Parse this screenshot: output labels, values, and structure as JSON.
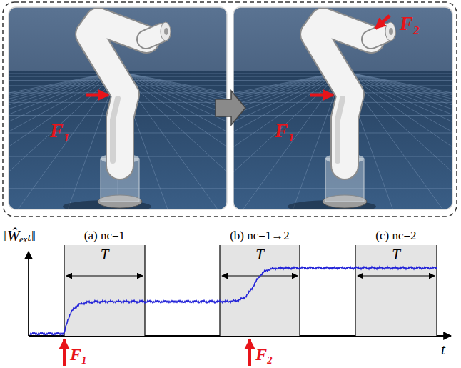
{
  "diagram": {
    "nodes": [
      {
        "text": [
          "F₁"
        ]
      },
      {
        "text": [
          "F₂",
          "F₁"
        ]
      },
      {
        "text": [
          "(a) nc=1",
          "T"
        ]
      },
      {
        "text": [
          "(b) nc=1→2",
          "T"
        ]
      },
      {
        "text": [
          "(c) nc=2",
          "T"
        ]
      }
    ],
    "labels": [
      "‖Ŵₑₓₜ‖",
      "F₁",
      "F₂",
      "t"
    ]
  }
}
